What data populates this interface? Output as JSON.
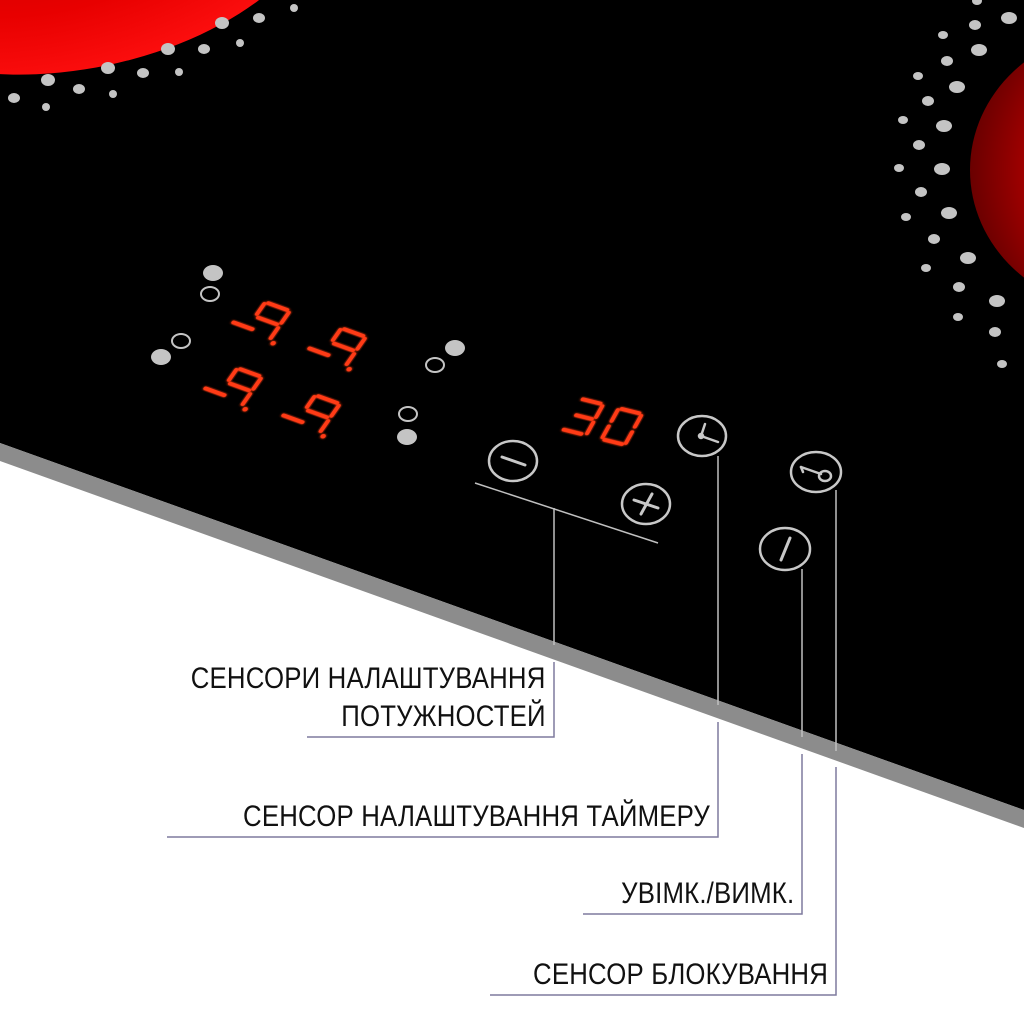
{
  "panel": {
    "colors": {
      "glass": "#000000",
      "edge": "#8c8c8c",
      "burner": "#e00000",
      "display": "#ff3a12",
      "icon_stroke": "#c8c8c8",
      "leader_on_glass": "#c0c0c0",
      "leader_on_white": "#7e7a9e",
      "background": "#ffffff"
    },
    "displays": {
      "zone_top_left": "9.",
      "zone_top_right": "9.",
      "zone_bottom_left": "9.",
      "zone_bottom_right": "9.",
      "timer": "30"
    },
    "buttons": [
      {
        "id": "minus",
        "icon": "minus-icon"
      },
      {
        "id": "plus",
        "icon": "plus-icon"
      },
      {
        "id": "timer",
        "icon": "clock-icon"
      },
      {
        "id": "lock",
        "icon": "key-icon"
      },
      {
        "id": "power",
        "icon": "power-slash-icon"
      }
    ]
  },
  "labels": {
    "power_level_line1": "СЕНСОРИ НАЛАШТУВАННЯ",
    "power_level_line2": "ПОТУЖНОСТЕЙ",
    "timer": "СЕНСОР НАЛАШТУВАННЯ ТАЙМЕРУ",
    "on_off": "УВІМК./ВИМК.",
    "lock": "СЕНСОР БЛОКУВАННЯ"
  }
}
